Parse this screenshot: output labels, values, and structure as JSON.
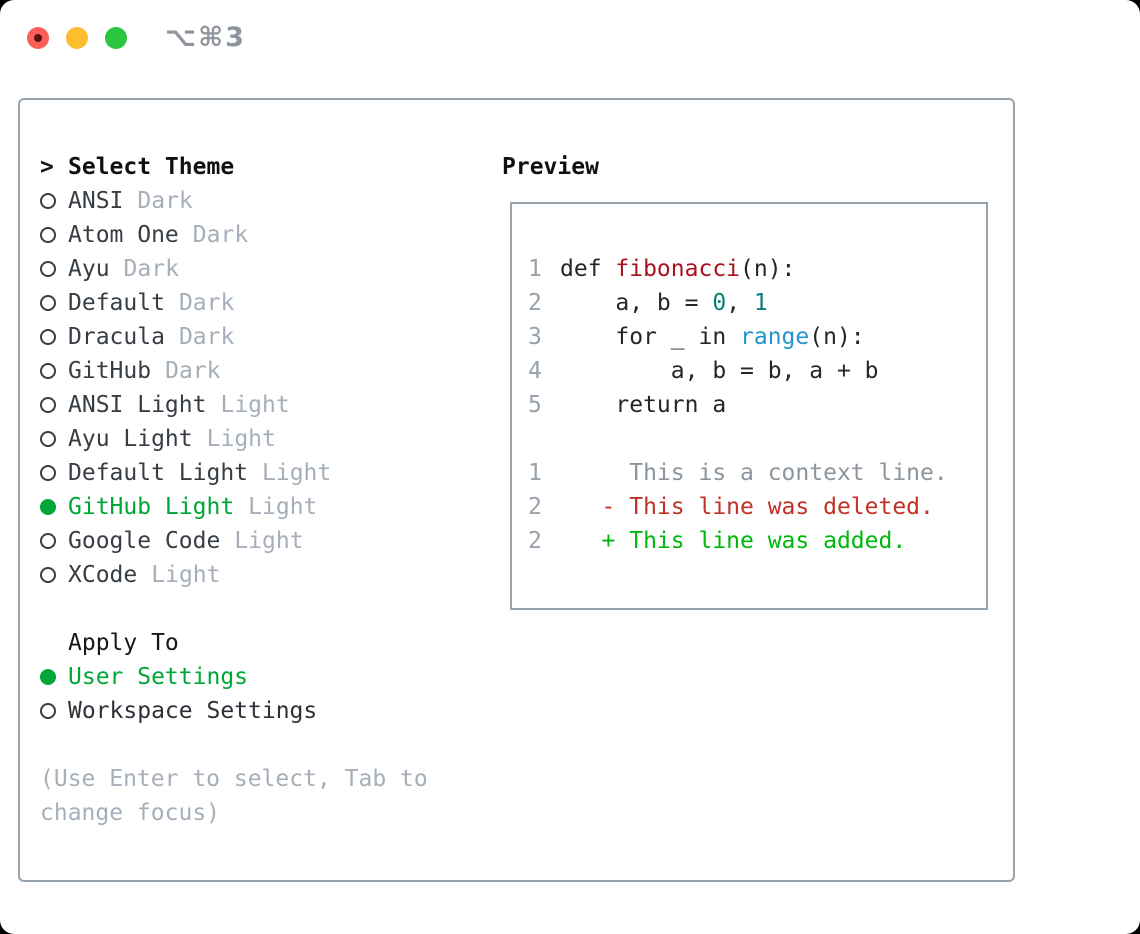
{
  "titlebar": {
    "title": "⌥⌘3",
    "close_label": "close",
    "minimize_label": "minimize",
    "zoom_label": "zoom"
  },
  "colors": {
    "selection_green": "#00a636",
    "added_green": "#00b80c",
    "deleted_red": "#c23127",
    "function_red": "#a6131e",
    "number_teal": "#0c7e78",
    "builtin_blue": "#2395cc",
    "muted_gray": "#a6afb9",
    "border_gray": "#97a3ae"
  },
  "theme_panel": {
    "header_prefix": ">",
    "header": "Select Theme",
    "themes": [
      {
        "name": "ANSI",
        "variant": "Dark",
        "selected": false
      },
      {
        "name": "Atom One",
        "variant": "Dark",
        "selected": false
      },
      {
        "name": "Ayu",
        "variant": "Dark",
        "selected": false
      },
      {
        "name": "Default",
        "variant": "Dark",
        "selected": false
      },
      {
        "name": "Dracula",
        "variant": "Dark",
        "selected": false
      },
      {
        "name": "GitHub",
        "variant": "Dark",
        "selected": false
      },
      {
        "name": "ANSI Light",
        "variant": "Light",
        "selected": false
      },
      {
        "name": "Ayu Light",
        "variant": "Light",
        "selected": false
      },
      {
        "name": "Default Light",
        "variant": "Light",
        "selected": false
      },
      {
        "name": "GitHub Light",
        "variant": "Light",
        "selected": true
      },
      {
        "name": "Google Code",
        "variant": "Light",
        "selected": false
      },
      {
        "name": "XCode",
        "variant": "Light",
        "selected": false
      }
    ],
    "apply_to": {
      "header": "Apply To",
      "options": [
        {
          "label": "User Settings",
          "selected": true
        },
        {
          "label": "Workspace Settings",
          "selected": false
        }
      ]
    },
    "hint_line1": "(Use Enter to select, Tab to",
    "hint_line2": "change focus)"
  },
  "preview": {
    "header": "Preview",
    "code_lines": [
      {
        "num": "1",
        "tokens": [
          {
            "t": "def ",
            "s": "fg"
          },
          {
            "t": "fibonacci",
            "s": "func"
          },
          {
            "t": "(n):",
            "s": "fg"
          }
        ]
      },
      {
        "num": "2",
        "tokens": [
          {
            "t": "    a, b = ",
            "s": "fg"
          },
          {
            "t": "0",
            "s": "num"
          },
          {
            "t": ", ",
            "s": "fg"
          },
          {
            "t": "1",
            "s": "num"
          }
        ]
      },
      {
        "num": "3",
        "tokens": [
          {
            "t": "    for _ in ",
            "s": "fg"
          },
          {
            "t": "range",
            "s": "builtin"
          },
          {
            "t": "(n):",
            "s": "fg"
          }
        ]
      },
      {
        "num": "4",
        "tokens": [
          {
            "t": "        a, b = b, a + b",
            "s": "fg"
          }
        ]
      },
      {
        "num": "5",
        "tokens": [
          {
            "t": "    return a",
            "s": "fg"
          }
        ]
      },
      {
        "num": "",
        "tokens": []
      },
      {
        "num": "1",
        "tokens": [
          {
            "t": "     This is a context line.",
            "s": "ctx"
          }
        ]
      },
      {
        "num": "2",
        "tokens": [
          {
            "t": "   - This line was deleted.",
            "s": "del"
          }
        ]
      },
      {
        "num": "2",
        "tokens": [
          {
            "t": "   + This line was added.",
            "s": "add"
          }
        ]
      }
    ]
  }
}
